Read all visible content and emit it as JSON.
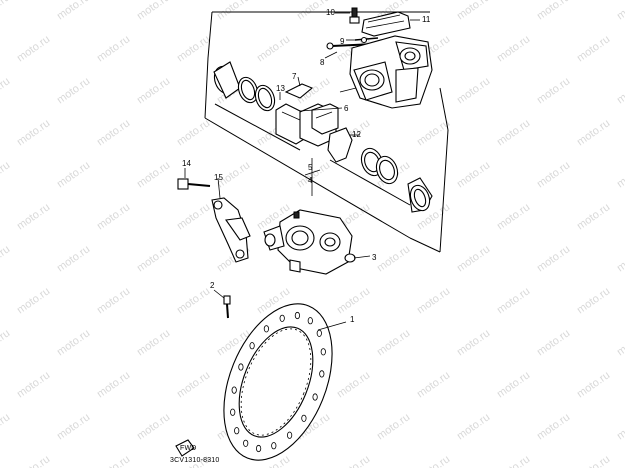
{
  "diagram": {
    "callouts": {
      "c1": "1",
      "c2": "2",
      "c3": "3",
      "c4": "4",
      "c5": "5",
      "c6": "6",
      "c7": "7",
      "c8": "8",
      "c9": "9",
      "c10": "10",
      "c11": "11",
      "c12": "12",
      "c13": "13",
      "c14": "14",
      "c15": "15"
    },
    "front_tag": "FWD",
    "diagram_code": "3CV1310-8310",
    "watermark": "moto.ru"
  }
}
